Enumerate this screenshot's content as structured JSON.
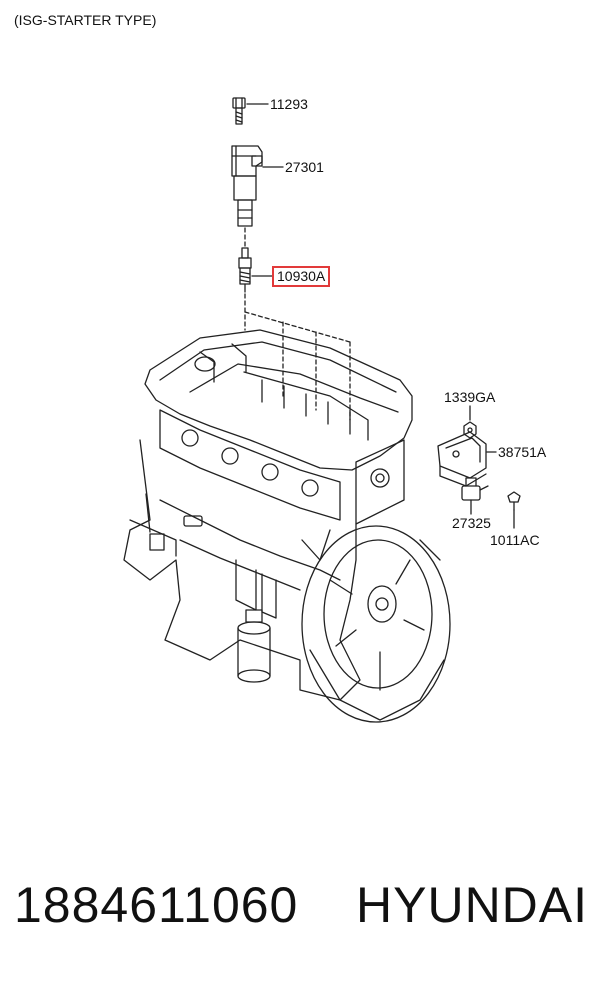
{
  "header": {
    "title": "(ISG-STARTER TYPE)"
  },
  "parts": [
    {
      "id": "p-11293",
      "code": "11293",
      "highlight": false
    },
    {
      "id": "p-27301",
      "code": "27301",
      "highlight": false
    },
    {
      "id": "p-10930A",
      "code": "10930A",
      "highlight": true
    },
    {
      "id": "p-1339GA",
      "code": "1339GA",
      "highlight": false
    },
    {
      "id": "p-38751A",
      "code": "38751A",
      "highlight": false
    },
    {
      "id": "p-27325",
      "code": "27325",
      "highlight": false
    },
    {
      "id": "p-1011AC",
      "code": "1011AC",
      "highlight": false
    }
  ],
  "footer": {
    "part_number": "1884611060",
    "brand": "HYUNDAI"
  },
  "colors": {
    "line": "#222222",
    "highlight": "#e23a3a"
  }
}
